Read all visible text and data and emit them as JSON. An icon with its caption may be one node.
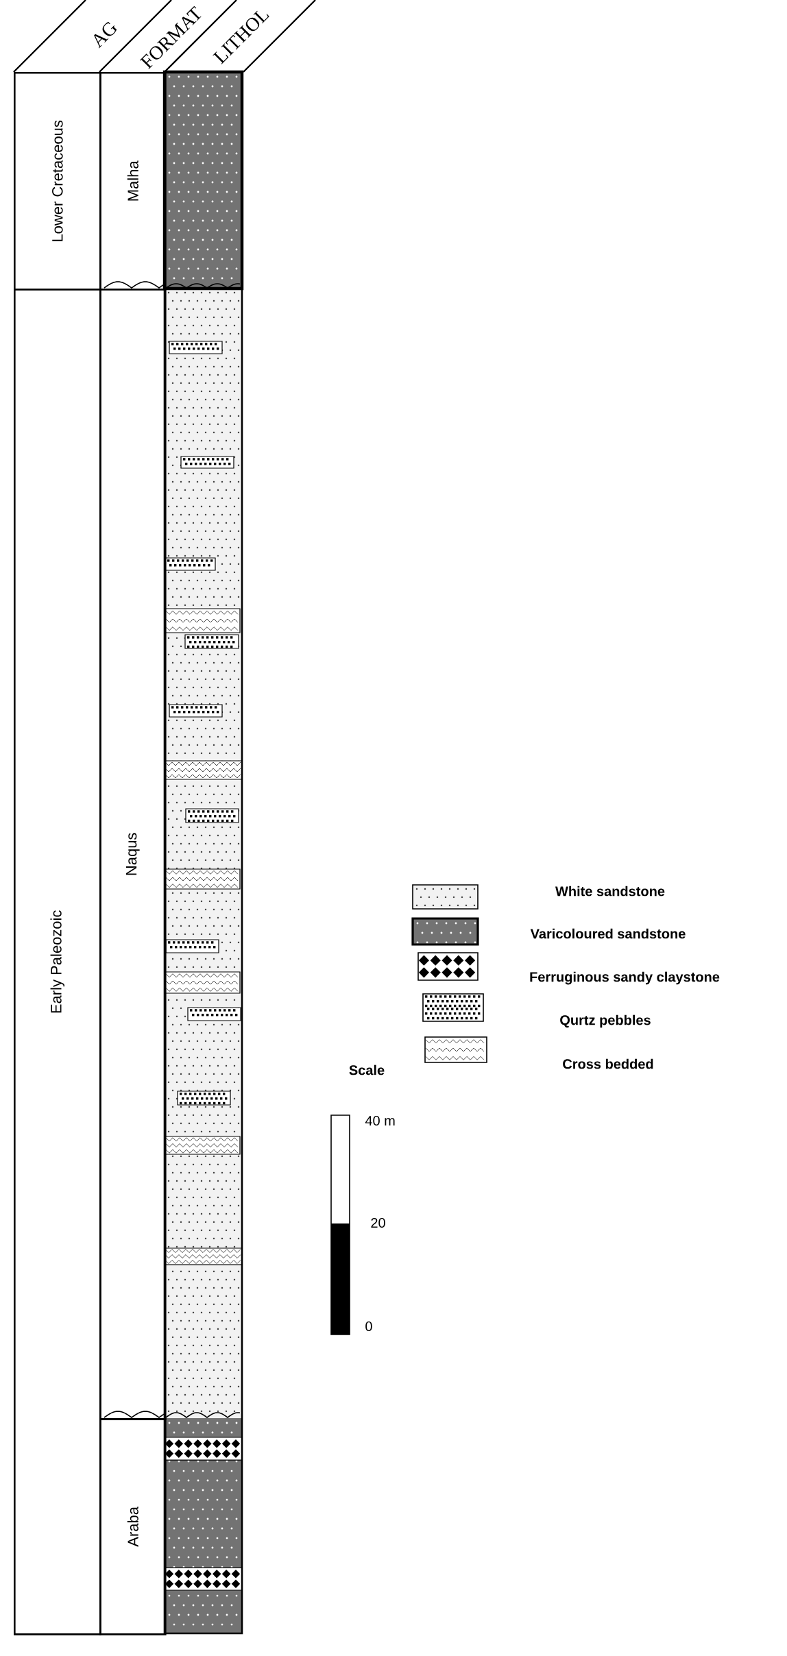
{
  "diagram": {
    "nodes": [
      {
        "text": [
          "Lower Cretaceous"
        ]
      },
      {
        "text": [
          "Malha"
        ]
      },
      {
        "text": [
          "Early Paleozoic"
        ]
      },
      {
        "text": [
          "Naqus"
        ]
      },
      {
        "text": [
          "Araba"
        ]
      }
    ],
    "labels": [
      "AG",
      "FORMAT",
      "LITHOL",
      "Scale",
      "40 m",
      "20",
      "0"
    ],
    "legend": [
      {
        "text": "White sandstone"
      },
      {
        "text": "Varicoloured sandstone"
      },
      {
        "text": "Ferruginous sandy claystone"
      },
      {
        "text": "Qurtz pebbles"
      },
      {
        "text": "Cross bedded"
      }
    ]
  }
}
